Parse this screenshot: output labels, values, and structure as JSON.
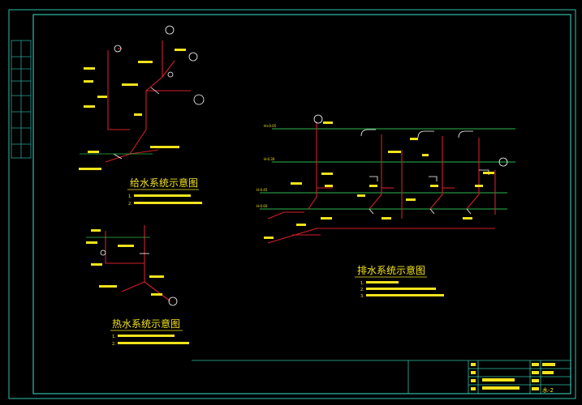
{
  "colors": {
    "background": "#000000",
    "frame": "#2fbfa7",
    "pipe": "#d01f2a",
    "floor": "#2db94b",
    "text": "#f2e31c",
    "symbol": "#ffffff",
    "panel": "#29a69a"
  },
  "titles": {
    "water_supply": "给水系统示意图",
    "hot_water": "热水系统示意图",
    "drainage": "排水系统示意图"
  },
  "notes": {
    "supply_1": "1.",
    "supply_2": "2.",
    "hot_1": "1.",
    "hot_2": "2.",
    "drain_1": "1.",
    "drain_2": "2.",
    "drain_3": "3."
  },
  "levels": {
    "l1": "H+0.05",
    "l2": "H-0.30",
    "l3": "H-0.45",
    "l4": "H-0.60"
  },
  "title_block": {
    "drawing_no": "水-2"
  }
}
